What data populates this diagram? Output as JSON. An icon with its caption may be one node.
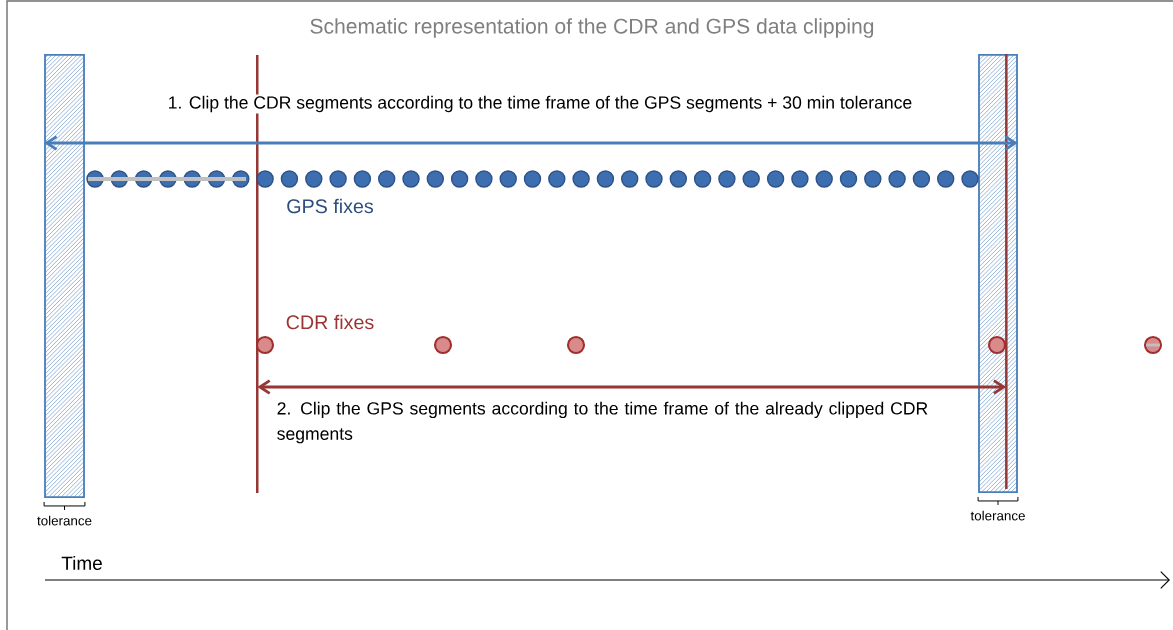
{
  "diagram": {
    "title": "Schematic representation of the CDR and GPS data clipping",
    "nodes": [
      {
        "text": [],
        "shape": "box",
        "beside": [
          "tolerance"
        ]
      },
      {
        "text": [],
        "shape": "box",
        "beside": [
          "tolerance"
        ]
      },
      {
        "text": [],
        "shape": "bar"
      },
      {
        "text": [],
        "shape": "bar",
        "in": 1
      }
    ],
    "edges": [
      {
        "from": 0,
        "to": 1,
        "arrow": "both",
        "label": "1. Clip the CDR segments according to the time frame of the GPS segments + 30 min tolerance",
        "color": "#4a7ebb"
      },
      {
        "from": 2,
        "to": 3,
        "arrow": "both",
        "label": "2. Clip the GPS segments according to the time frame of the already clipped CDR segments",
        "color": "#953735"
      }
    ],
    "labels": [
      "GPS fixes",
      "CDR fixes",
      "Time"
    ]
  }
}
